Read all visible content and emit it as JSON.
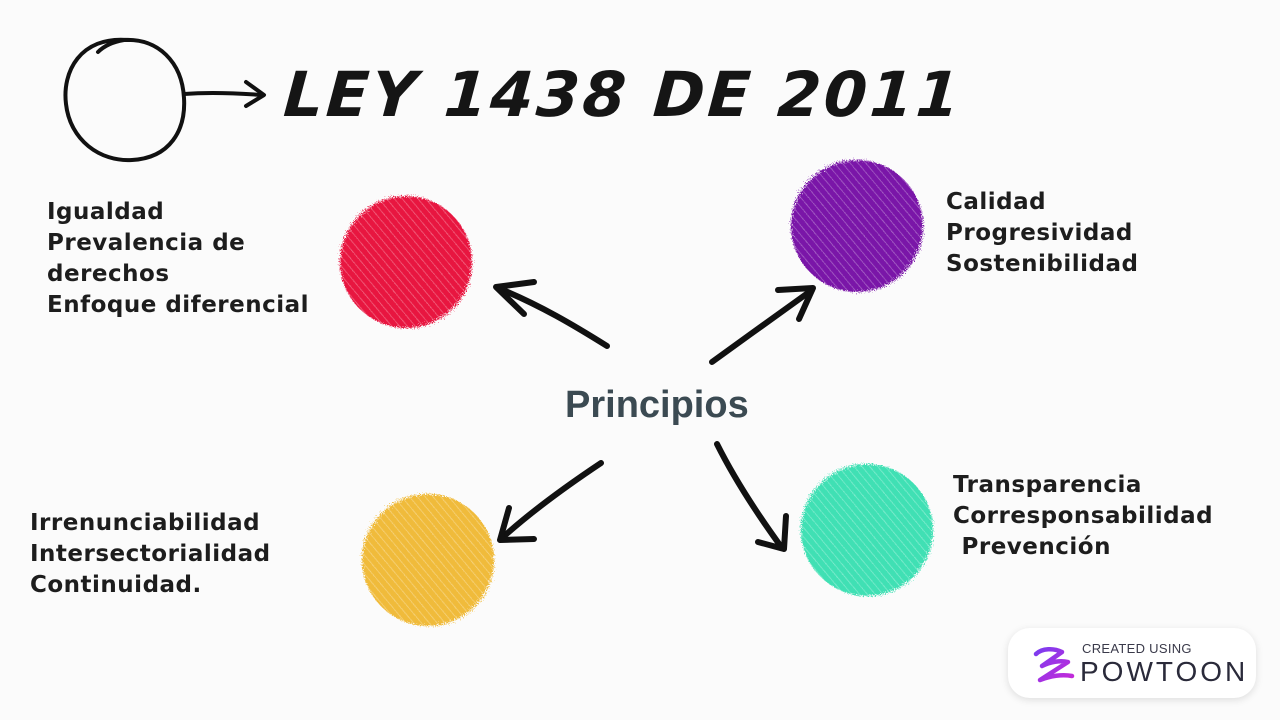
{
  "title": "LEY 1438 DE 2011",
  "center_label": "Principios",
  "nodes": {
    "red": {
      "color": "#e8123f",
      "text": "Igualdad\nPrevalencia de\nderechos\nEnfoque diferencial"
    },
    "purple": {
      "color": "#7a12a8",
      "text": "Calidad\nProgresividad\nSostenibilidad"
    },
    "yellow": {
      "color": "#f0bb3a",
      "text": "Irrenunciabilidad\nIntersectorialidad\nContinuidad."
    },
    "green": {
      "color": "#3fe0b4",
      "text": "Transparencia\nCorresponsabilidad\n Prevención"
    }
  },
  "badge": {
    "created_label": "CREATED USING",
    "brand": "POWTOON"
  }
}
